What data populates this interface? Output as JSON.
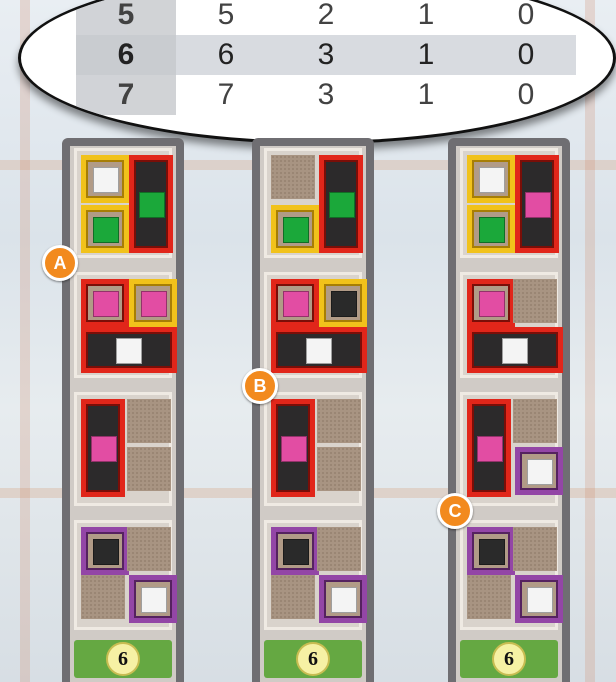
{
  "lens": {
    "rows": [
      [
        "5",
        "5",
        "2",
        "1",
        "0"
      ],
      [
        "6",
        "6",
        "3",
        "1",
        "0"
      ],
      [
        "7",
        "7",
        "3",
        "1",
        "0"
      ]
    ],
    "highlight_row": 1
  },
  "markers": [
    "A",
    "B",
    "C"
  ],
  "coin_label": "6",
  "colors": {
    "yellow": "#f1c21b",
    "red": "#e1261a",
    "purple": "#9346a6",
    "green_cube": "#1ba83a",
    "pink_cube": "#e24da3",
    "money": "#65a842",
    "marker": "#f28a1e"
  }
}
